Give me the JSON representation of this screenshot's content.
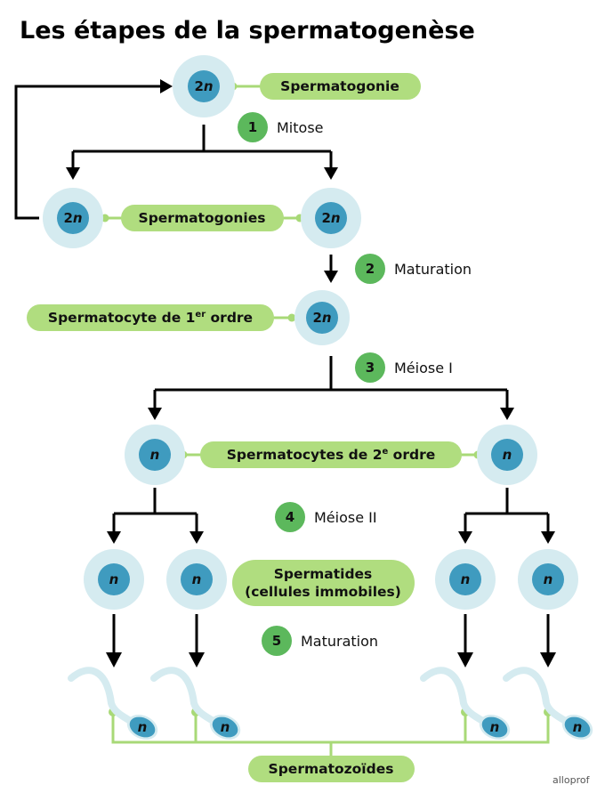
{
  "title": "Les étapes de la spermatogenèse",
  "colors": {
    "cell_outer": "#d5ebf0",
    "cell_nucleus": "#3f9bbf",
    "label_fill": "#b0dd7f",
    "connector": "#a8d977",
    "step_badge": "#5cb85c",
    "arrow": "#000000"
  },
  "cells": {
    "spermatogonie": {
      "ploidy_num": "2",
      "ploidy_n": "n"
    },
    "spermatogonies_left": {
      "ploidy_num": "2",
      "ploidy_n": "n"
    },
    "spermatogonies_right": {
      "ploidy_num": "2",
      "ploidy_n": "n"
    },
    "spermatocyte1": {
      "ploidy_num": "2",
      "ploidy_n": "n"
    },
    "spermatocyte2_left": {
      "ploidy_num": "",
      "ploidy_n": "n"
    },
    "spermatocyte2_right": {
      "ploidy_num": "",
      "ploidy_n": "n"
    },
    "spermatides": [
      {
        "ploidy_n": "n"
      },
      {
        "ploidy_n": "n"
      },
      {
        "ploidy_n": "n"
      },
      {
        "ploidy_n": "n"
      }
    ],
    "spermatozoides": [
      {
        "ploidy_n": "n"
      },
      {
        "ploidy_n": "n"
      },
      {
        "ploidy_n": "n"
      },
      {
        "ploidy_n": "n"
      }
    ]
  },
  "labels": {
    "spermatogonie": "Spermatogonie",
    "spermatogonies": "Spermatogonies",
    "spermatocyte1_main": "Spermatocyte de 1",
    "spermatocyte1_sup": "er",
    "spermatocyte1_end": " ordre",
    "spermatocyte2_main": "Spermatocytes de 2",
    "spermatocyte2_sup": "e",
    "spermatocyte2_end": " ordre",
    "spermatides_line1": "Spermatides",
    "spermatides_line2": "(cellules immobiles)",
    "spermatozoides": "Spermatozoïdes"
  },
  "steps": [
    {
      "num": "1",
      "label": "Mitose"
    },
    {
      "num": "2",
      "label": "Maturation"
    },
    {
      "num": "3",
      "label": "Méiose I"
    },
    {
      "num": "4",
      "label": "Méiose II"
    },
    {
      "num": "5",
      "label": "Maturation"
    }
  ],
  "logo": "alloprof"
}
